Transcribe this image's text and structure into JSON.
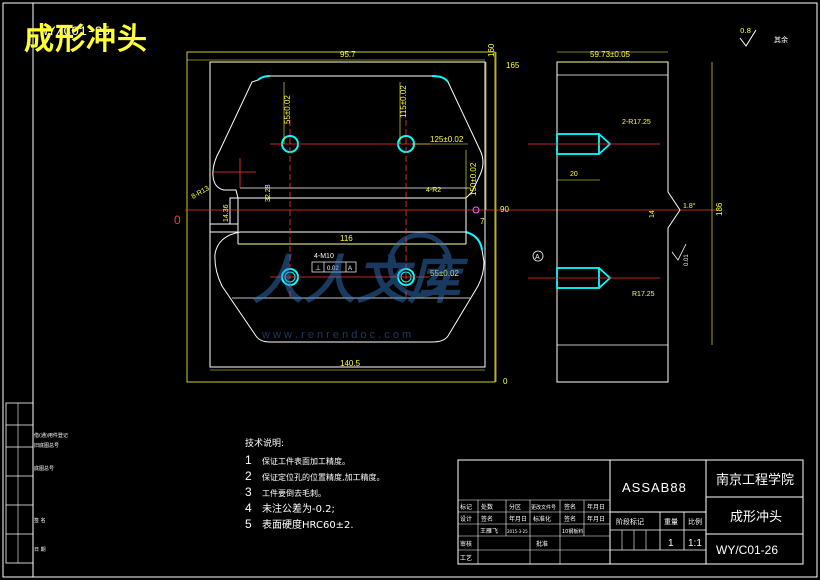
{
  "drawing": {
    "title_overlay": "成形冲头",
    "title_underlay": "WY/C01-25",
    "roughness_value": "0.8",
    "roughness_note": "其余",
    "front_view": {
      "dims": {
        "top_width": "95.7",
        "overall_height": "160",
        "overall_height_2": "165",
        "bottom_width": "140.5",
        "inner_length": "116",
        "zero_bottom": "0",
        "zero_left": "0",
        "h90": "90",
        "h7": "7",
        "hole_tl": "55±0.02",
        "hole_tr": "115±0.02",
        "hole_row": "125±0.02",
        "hole_col": "150±0.02",
        "hole_bottom": "55±0.02",
        "r_left": "8-R13",
        "r_right": "4-R2",
        "slot_14": "14.36",
        "slot_32": "32.28",
        "thread": "4-M10",
        "tolerance_val": "0.02",
        "tolerance_datum": "A"
      }
    },
    "side_view": {
      "dims": {
        "width": "59.73±0.05",
        "r_top": "2-R17.25",
        "depth": "20",
        "r_bottom": "R17.25",
        "height": "186",
        "d_small": "14",
        "angle": "1.8°",
        "datum_a": "A",
        "perp": "0.01"
      }
    },
    "notes": {
      "heading": "技术说明:",
      "items": [
        {
          "num": "1",
          "text": "保证工件表面加工精度。"
        },
        {
          "num": "2",
          "text": "保证定位孔的位置精度,加工精度。"
        },
        {
          "num": "3",
          "text": "工件要倒去毛刺。"
        },
        {
          "num": "4",
          "text": "未注公差为-0.2;"
        },
        {
          "num": "5",
          "text": "表面硬度HRC60±2."
        }
      ]
    },
    "title_block": {
      "material": "ASSAB88",
      "school": "南京工程学院",
      "part_name": "成形冲头",
      "drawing_no": "WY/C01-26",
      "quantity": "1",
      "scale": "1:1",
      "headers_row1": [
        "标记",
        "处数",
        "分区",
        "更改文件号",
        "签名",
        "年月日"
      ],
      "headers_row2": [
        "设计",
        "签名",
        "年月日",
        "标准化",
        "签名",
        "年月日"
      ],
      "designer": "王雁飞",
      "design_date": "2015-3-25",
      "std_value": "10钢板料",
      "row_audit": "审核",
      "row_craft": "工艺",
      "row_approve": "批准",
      "stage_label": "阶段标记",
      "weight_label": "重量",
      "scale_label": "比例"
    },
    "left_strip": [
      "借(通)用件登记",
      "旧底图总号",
      "底图总号",
      "签  名",
      "日  期"
    ],
    "watermark": {
      "text": "人人文库",
      "url": "w w w . r e n r e n d o c . c o m"
    }
  }
}
